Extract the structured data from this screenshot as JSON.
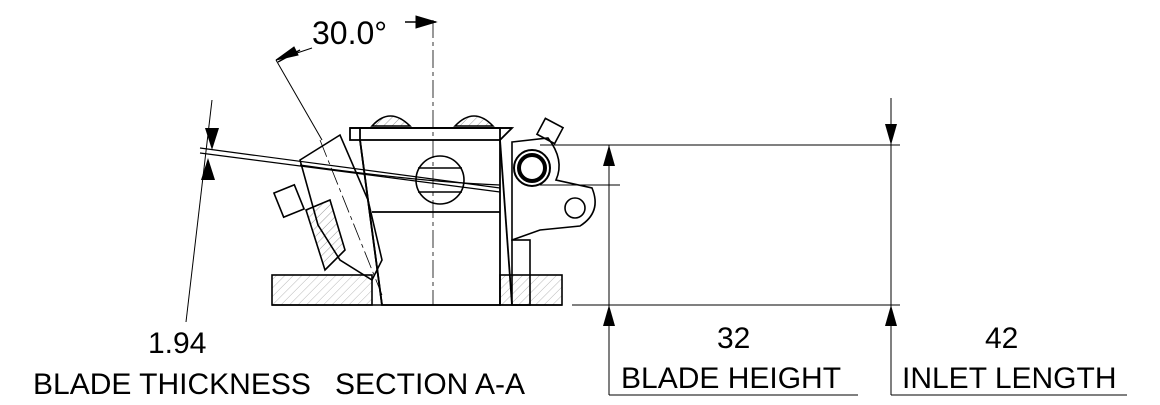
{
  "angle_dimension": {
    "value": "30.0°"
  },
  "thickness_dimension": {
    "value": "1.94",
    "label": "BLADE THICKNESS"
  },
  "section_label": "SECTION A-A",
  "height_dimension": {
    "value": "32",
    "label": "BLADE HEIGHT"
  },
  "inlet_dimension": {
    "value": "42",
    "label": "INLET LENGTH"
  }
}
